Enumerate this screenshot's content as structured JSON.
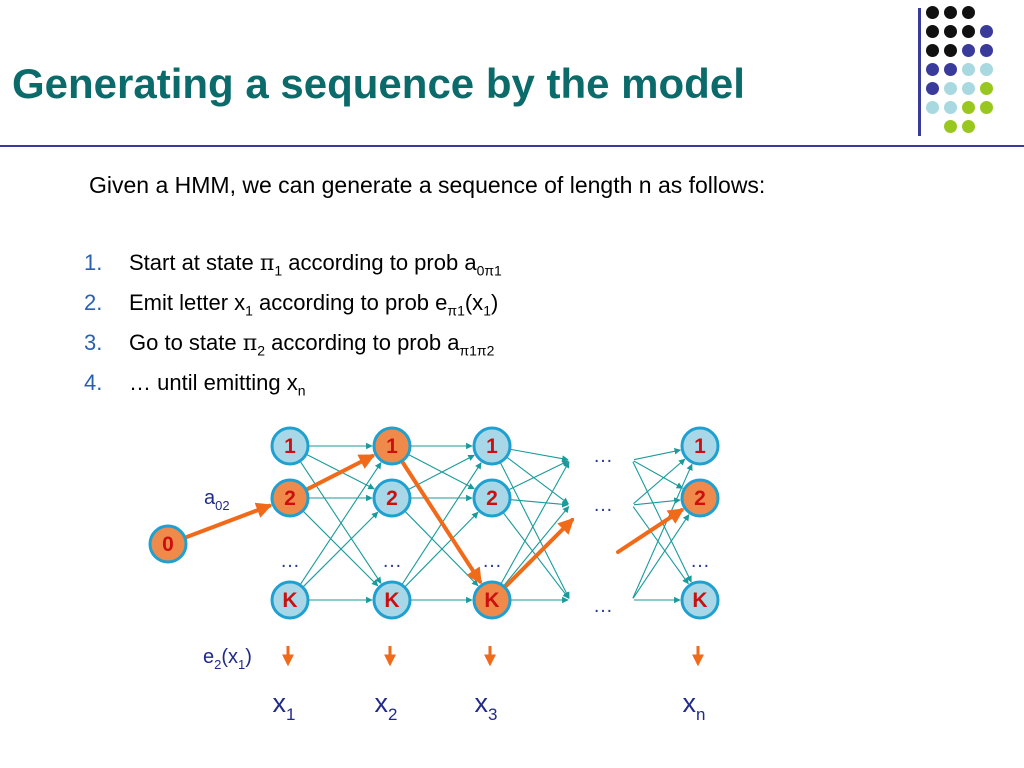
{
  "title": "Generating a sequence by the model",
  "intro": "Given a HMM, we can generate a sequence of length n as follows:",
  "steps": [
    {
      "num": "1.",
      "parts": [
        "Start at state ",
        {
          "pi": "π"
        },
        {
          "sub": "1"
        },
        " according to prob a",
        {
          "sub": "0π1"
        }
      ]
    },
    {
      "num": "2.",
      "parts": [
        "Emit letter x",
        {
          "sub": "1"
        },
        " according to prob e",
        {
          "sub": "π1"
        },
        "(x",
        {
          "sub": "1"
        },
        ")"
      ]
    },
    {
      "num": "3.",
      "parts": [
        "Go to state ",
        {
          "pi": "π"
        },
        {
          "sub": "2"
        },
        " according to prob a",
        {
          "sub": "π1π2"
        }
      ]
    },
    {
      "num": "4.",
      "parts": [
        "… until emitting x",
        {
          "sub": "n"
        }
      ]
    }
  ],
  "colors": {
    "title": "#0b6b6b",
    "accent": "#3a3a9a",
    "node_fill": "#a8d8e8",
    "node_border": "#1ea0d0",
    "node_active": "#f08a4a",
    "node_label": "#cc1010",
    "transition": "#1a9a9a",
    "path_arrow": "#f06a1a",
    "step_number": "#2a5fb0",
    "text": "#000000"
  },
  "decor_dots": [
    [
      "#111111",
      "#111111",
      "#111111",
      ""
    ],
    [
      "#111111",
      "#111111",
      "#111111",
      "#3a3a9a"
    ],
    [
      "#111111",
      "#111111",
      "#3a3a9a",
      "#3a3a9a"
    ],
    [
      "#3a3a9a",
      "#3a3a9a",
      "#a8d8e0",
      "#a8d8e0"
    ],
    [
      "#3a3a9a",
      "#a8d8e0",
      "#a8d8e0",
      "#98c820"
    ],
    [
      "#a8d8e0",
      "#a8d8e0",
      "#98c820",
      "#98c820"
    ],
    [
      "",
      "#98c820",
      "#98c820",
      ""
    ]
  ],
  "diagram": {
    "start_node": {
      "label": "0",
      "active": true
    },
    "columns": [
      {
        "nodes": [
          {
            "label": "1",
            "active": false
          },
          {
            "label": "2",
            "active": true
          },
          {
            "label": "K",
            "active": false
          }
        ],
        "ellipsis": "…",
        "obs": "x",
        "obs_sub": "1"
      },
      {
        "nodes": [
          {
            "label": "1",
            "active": true
          },
          {
            "label": "2",
            "active": false
          },
          {
            "label": "K",
            "active": false
          }
        ],
        "ellipsis": "…",
        "obs": "x",
        "obs_sub": "2"
      },
      {
        "nodes": [
          {
            "label": "1",
            "active": false
          },
          {
            "label": "2",
            "active": false
          },
          {
            "label": "K",
            "active": true
          }
        ],
        "ellipsis": "…",
        "obs": "x",
        "obs_sub": "3"
      },
      {
        "nodes": [
          {
            "label": "1",
            "active": false
          },
          {
            "label": "2",
            "active": true
          },
          {
            "label": "K",
            "active": false
          }
        ],
        "ellipsis": "…",
        "obs": "x",
        "obs_sub": "n"
      }
    ],
    "gap_ellipsis": "…",
    "path": [
      [
        -1,
        0
      ],
      [
        0,
        1
      ],
      [
        1,
        0
      ],
      [
        2,
        2
      ],
      [
        3,
        1
      ]
    ],
    "annot_transition": {
      "base": "a",
      "sub": "02"
    },
    "annot_emission": {
      "base": "e",
      "sub1": "2",
      "mid": "(x",
      "sub2": "1",
      "end": ")"
    }
  }
}
